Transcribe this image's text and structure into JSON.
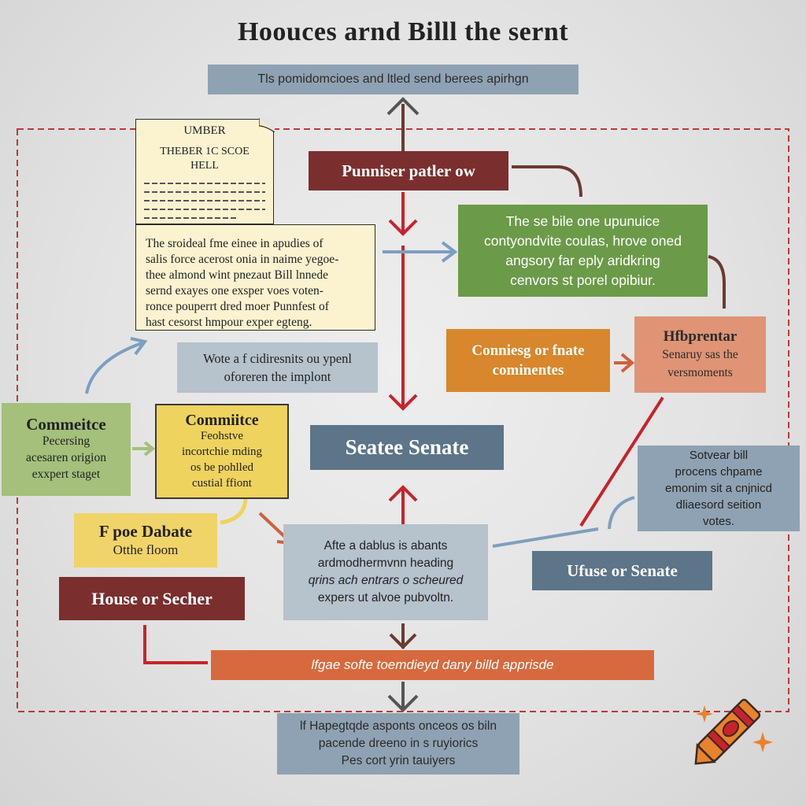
{
  "title": "Hoouces arnd  Billl the sernt",
  "subtitle": "Tls pomidomcioes and ltled send berees apirhgn",
  "publisher_box": "Punniser patler ow",
  "green_box": {
    "lines": [
      "The se bile one upunuice",
      "contyondvite coulas, hrove oned",
      "angsory far eply aridkring",
      "cenvors st porel opibiur."
    ]
  },
  "bill_document": {
    "header": "UMBER",
    "title_lines": [
      "THEBER 1C SCOE",
      "HELL"
    ]
  },
  "doc_text_box": {
    "lines": [
      "The  sroideal fme einee  in apudies  of",
      "salis  force  acerost  onia in naime  yegoe-",
      "thee almond  wint  pnezaut  Bill  lnnede",
      "sernd  exayes  one  exsper  voes  voten-",
      "ronce  pouperrt  dred moer Punnfest  of",
      "hast  cesorst  hmpour  exper  egteng."
    ]
  },
  "vote_box": {
    "lines": [
      "Wote a f cidiresnits ou ypenl",
      "oforeren the implont"
    ]
  },
  "orange_box": {
    "lines": [
      "Conniesg or fnate",
      "cominentes"
    ]
  },
  "salmon_box": {
    "heading": "Hfbprentar",
    "lines": [
      "Senaruy sas the",
      "versmoments"
    ]
  },
  "senate_box": "Seatee Senate",
  "committee_left": {
    "heading": "Commeitce",
    "lines": [
      "Pecersing",
      "acesaren origion",
      "exxpert staget"
    ]
  },
  "committee_yellow": {
    "heading": "Commiitce",
    "lines": [
      "Feohstve",
      "incortchie mding",
      "os be pohlled",
      "custial ffiont"
    ]
  },
  "blue_box_right": {
    "lines": [
      "Sotvear bill",
      "procens chpame",
      "emonim sit a cnjnicd",
      "dliaesord seition",
      "votes."
    ]
  },
  "debate_box": {
    "heading": "F poe Dabate",
    "sub": "Otthe floom"
  },
  "after_box": {
    "lines": [
      "Afte  a dablus is abants",
      "ardmodhermvnn heading",
      "qrins ach entrars o scheured",
      "expers ut alvoe pubvoltn."
    ]
  },
  "ufuse_box": "Ufuse or Senate",
  "house_box": "House or Secher",
  "bottom_bar": "lfgae softe toemdieyd dany billd apprisde",
  "final_box": {
    "lines": [
      "lf Hapegtqde asponts onceos os biln",
      "pacende dreeno in s ruyiorics",
      "Pes cort yrin tauiyers"
    ]
  },
  "colors": {
    "maroon": "#7b2e2e",
    "green": "#6b9a48",
    "orange": "#d8872c",
    "salmon": "#df9475",
    "slate": "#5c7588",
    "light_slate": "#8fa2b3",
    "yellow": "#eed35e",
    "red_arrow": "#c8232c",
    "blue_arrow": "#7d9fbf",
    "dashed_border": "#b93a3a"
  },
  "icons": [
    "crayon-icon",
    "sparkle-icon"
  ]
}
